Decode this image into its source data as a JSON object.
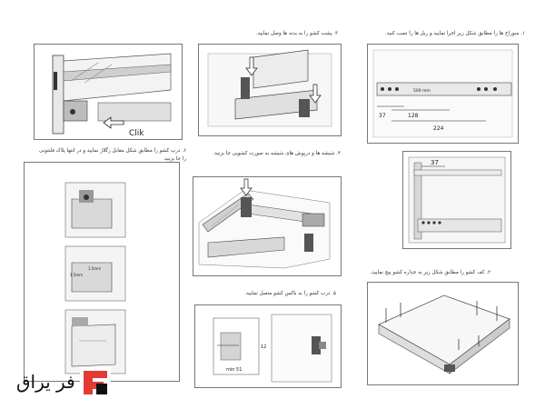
{
  "steps": {
    "s1": {
      "caption": "۱. سوراخ ها را مطابق شکل زیر اجرا نمایید و ریل ها را نصب کنید."
    },
    "s2": {
      "caption": "۲. کف کشو را مطابق شکل زیر به جداره کشو پیچ نمایید."
    },
    "s3": {
      "caption": "۳. پشت کشو را به بدنه ها وصل نمایید."
    },
    "s4": {
      "caption": "۴. شیشه ها و درپوش های شیشه به صورت کشویی جا بزنید."
    },
    "s5": {
      "caption": "۵. درب کشو را به باکس کشو متصل نمایید."
    },
    "s6": {
      "caption_line1": "۶. درب کشو را مطابق شکل مقابل رگلاژ نمایید و در انتها پلاک فلنتونی",
      "caption_line2": "را جا بزنید."
    }
  },
  "labels": {
    "clik": "Clik",
    "dim_500": "500 mm",
    "dim_37": "37",
    "dim_128": "128",
    "dim_224": "224",
    "dim_37b": "37",
    "dim_15a": "1.5mm",
    "dim_15b": "1.5mm",
    "dim_min51": "min 51",
    "dim_12": "12"
  },
  "logo": {
    "text": "فر یراق"
  }
}
